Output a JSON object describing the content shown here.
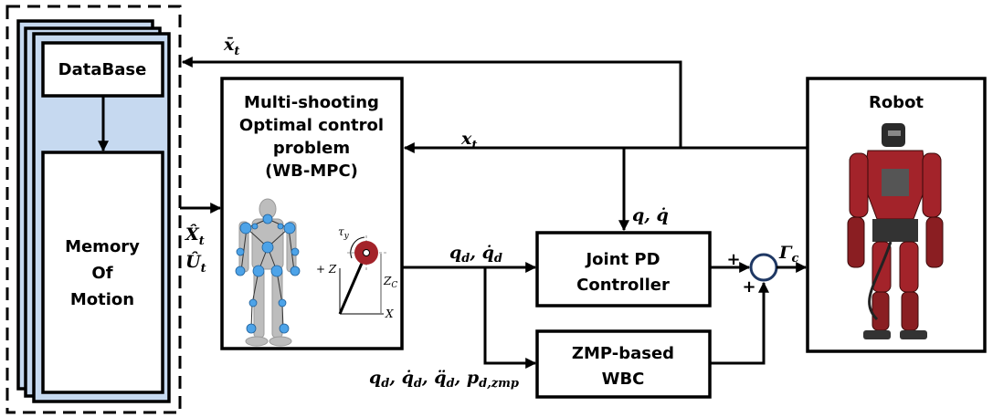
{
  "colors": {
    "sheet_fill": "#c6d9f0",
    "robot_red": "#a3232a",
    "marker_blue": "#4da3e8",
    "sum_stroke": "#1f3864"
  },
  "blocks": {
    "database": "DataBase",
    "memory": [
      "Memory",
      "Of",
      "Motion"
    ],
    "mpc": [
      "Multi-shooting",
      "Optimal control",
      "problem",
      "(WB-MPC)"
    ],
    "joint_pd": [
      "Joint PD",
      "Controller"
    ],
    "zmp_wbc": [
      "ZMP-based",
      "WBC"
    ],
    "robot": "Robot"
  },
  "signals": {
    "x_bar": {
      "base": "x̄",
      "sub": "t"
    },
    "x": {
      "base": "x",
      "sub": "t"
    },
    "q_qdot": "q, q̇",
    "X_hat": {
      "base": "X̂",
      "sub": "t"
    },
    "U_hat": {
      "base": "Û",
      "sub": "t"
    },
    "qd_qdotd": {
      "a": "q",
      "a_sub": "d",
      "b": ", q̇",
      "b_sub": "d"
    },
    "zmp_inputs": {
      "a": "q",
      "a_sub": "d",
      "b": ", q̇",
      "b_sub": "d",
      "c": ", q̈",
      "c_sub": "d",
      "d": ", p",
      "d_sub": "d,zmp"
    },
    "gamma": {
      "base": "Γ",
      "sub": "c"
    },
    "plus_top": "+",
    "plus_bottom": "+"
  },
  "pendulum": {
    "tau": "τ",
    "tau_sub": "y",
    "z_axis": "+ Z",
    "zc": "Z",
    "zc_sub": "C",
    "x_axis": "X"
  }
}
